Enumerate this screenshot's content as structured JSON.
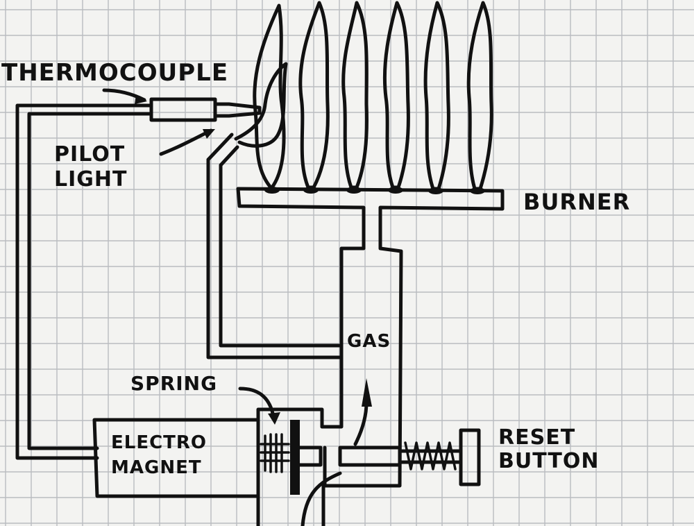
{
  "labels": {
    "thermocouple": "THERMOCOUPLE",
    "pilot_line1": "PILOT",
    "pilot_line2": "LIGHT",
    "burner": "BURNER",
    "gas": "GAS",
    "spring": "SPRING",
    "electro_line1": "ELECTRO",
    "electro_line2": "MAGNET",
    "reset_line1": "RESET",
    "reset_line2": "BUTTON"
  },
  "colors": {
    "ink": "#111111",
    "paper": "#f3f3f1",
    "grid": "#b9bcc0"
  }
}
